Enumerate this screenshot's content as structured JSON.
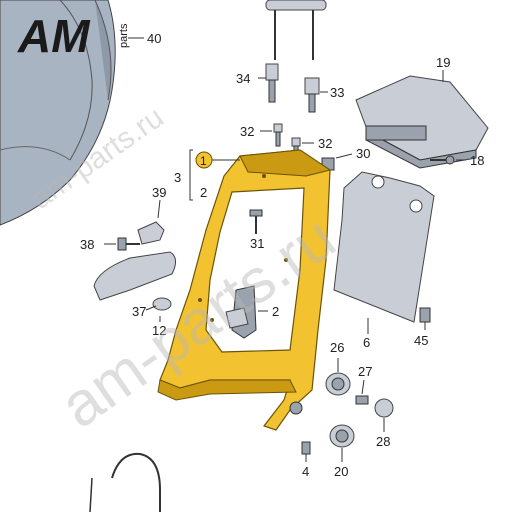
{
  "logo": {
    "brand": "AM",
    "suffix": "parts",
    "brand_color": "#1a1a1a"
  },
  "watermark": {
    "text_large": "am-parts.ru",
    "text_small": "am-parts.ru"
  },
  "callouts": {
    "c40": "40",
    "c34": "34",
    "c33": "33",
    "c19": "19",
    "c32a": "32",
    "c32b": "32",
    "c30": "30",
    "c18": "18",
    "c1": "1",
    "c3": "3",
    "c2a": "2",
    "c39": "39",
    "c31": "31",
    "c38": "38",
    "c2b": "2",
    "c37": "37",
    "c12": "12",
    "c6": "6",
    "c45": "45",
    "c26": "26",
    "c27": "27",
    "c28": "28",
    "c4": "4",
    "c20": "20"
  },
  "colors": {
    "frame": "#f2c230",
    "parts": "#c9ced6",
    "highlight_dot": "#f2c230"
  }
}
